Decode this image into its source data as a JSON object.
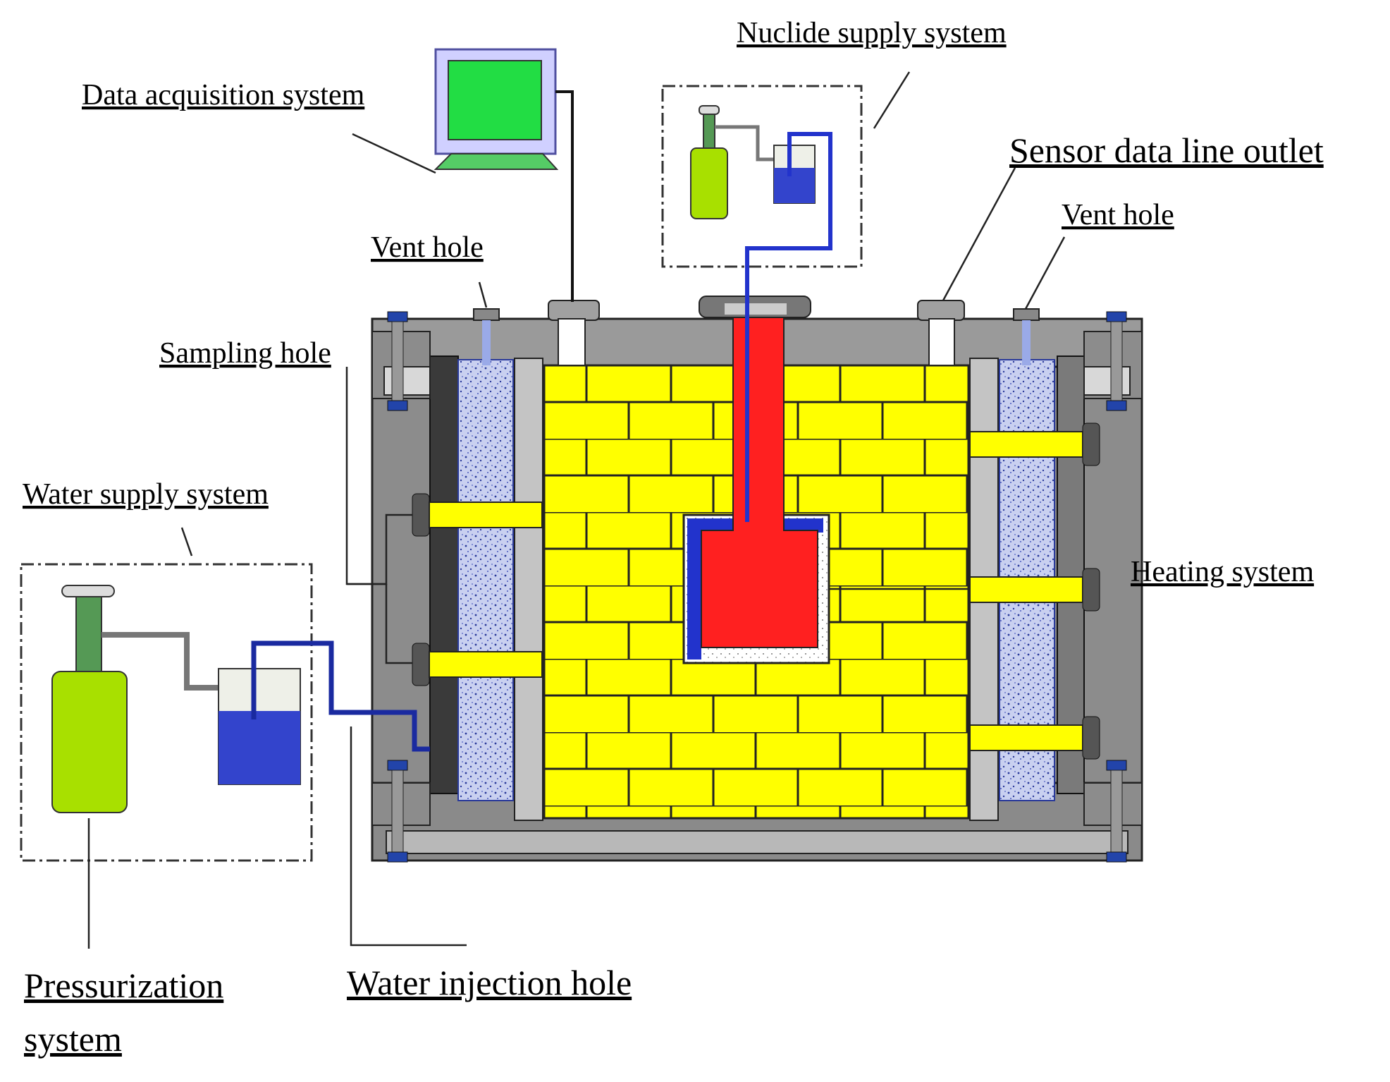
{
  "labels": {
    "nuclide_supply": "Nuclide supply system",
    "data_acquisition": "Data acquisition system",
    "sensor_outlet": "Sensor data line outlet",
    "vent_hole_left": "Vent hole",
    "vent_hole_right": "Vent hole",
    "sampling_hole": "Sampling hole",
    "water_supply": "Water supply system",
    "heating_system": "Heating system",
    "pressurization_line1": "Pressurization",
    "pressurization_line2": "system",
    "water_injection": "Water injection hole"
  },
  "colors": {
    "frame_gray": "#8c8c8c",
    "frame_dark": "#3a3a3a",
    "bentonite_yellow": "#ffff00",
    "heater_red": "#ff2020",
    "water_blue": "#3344cc",
    "bottle_green": "#a8e000",
    "monitor_green": "#22dd44",
    "sand_blue": "#8899dd"
  }
}
